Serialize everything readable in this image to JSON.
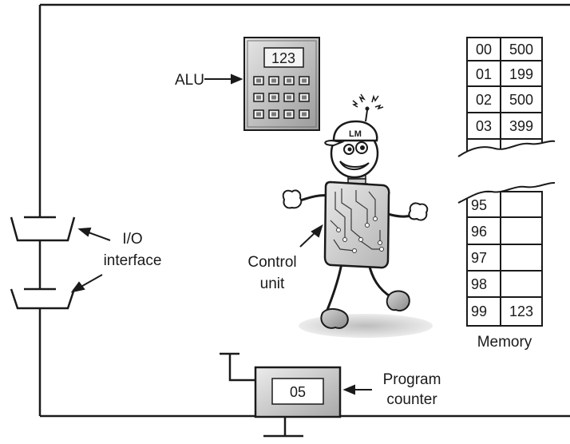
{
  "labels": {
    "alu": "ALU",
    "io_line1": "I/O",
    "io_line2": "interface",
    "control_line1": "Control",
    "control_line2": "unit",
    "program_line1": "Program",
    "program_line2": "counter",
    "memory": "Memory"
  },
  "alu": {
    "display": "123"
  },
  "mascot": {
    "cap_text": "LM"
  },
  "program_counter": {
    "value": "05"
  },
  "memory": {
    "top_rows": [
      {
        "address": "00",
        "value": "500"
      },
      {
        "address": "01",
        "value": "199"
      },
      {
        "address": "02",
        "value": "500"
      },
      {
        "address": "03",
        "value": "399"
      }
    ],
    "bottom_rows": [
      {
        "address": "95",
        "value": ""
      },
      {
        "address": "96",
        "value": ""
      },
      {
        "address": "97",
        "value": ""
      },
      {
        "address": "98",
        "value": ""
      },
      {
        "address": "99",
        "value": "123"
      }
    ]
  },
  "colors": {
    "line": "#1a1a1a",
    "panel_gray": "#cfcfcf",
    "panel_dark": "#8e8e8e",
    "shadow": "#d4d4d4"
  }
}
